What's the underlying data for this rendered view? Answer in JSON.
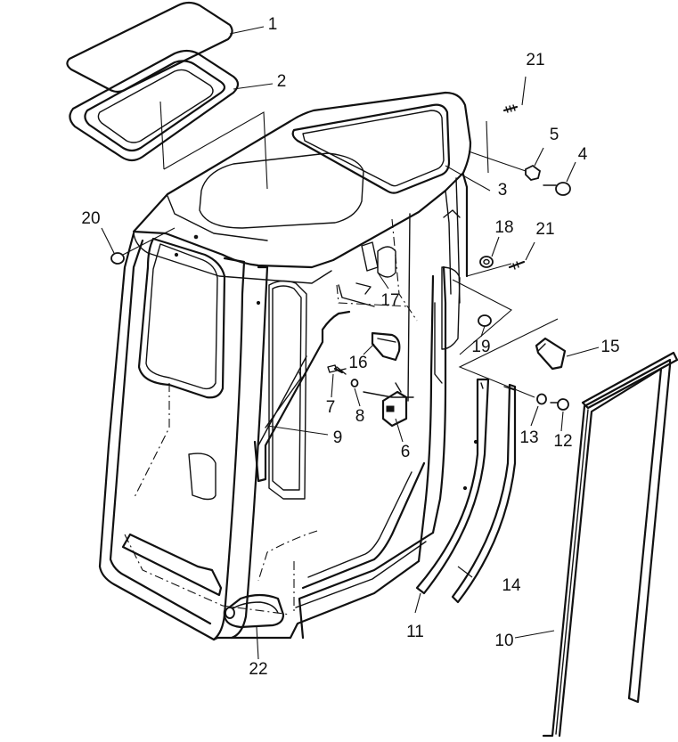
{
  "callouts": [
    {
      "id": "1",
      "label": "1"
    },
    {
      "id": "2",
      "label": "2"
    },
    {
      "id": "3",
      "label": "3"
    },
    {
      "id": "4",
      "label": "4"
    },
    {
      "id": "5",
      "label": "5"
    },
    {
      "id": "6",
      "label": "6"
    },
    {
      "id": "7",
      "label": "7"
    },
    {
      "id": "8",
      "label": "8"
    },
    {
      "id": "9",
      "label": "9"
    },
    {
      "id": "10",
      "label": "10"
    },
    {
      "id": "11",
      "label": "11"
    },
    {
      "id": "12",
      "label": "12"
    },
    {
      "id": "13",
      "label": "13"
    },
    {
      "id": "14",
      "label": "14"
    },
    {
      "id": "15",
      "label": "15"
    },
    {
      "id": "16",
      "label": "16"
    },
    {
      "id": "17",
      "label": "17"
    },
    {
      "id": "18",
      "label": "18"
    },
    {
      "id": "19",
      "label": "19"
    },
    {
      "id": "20",
      "label": "20"
    },
    {
      "id": "21a",
      "label": "21"
    },
    {
      "id": "21b",
      "label": "21"
    },
    {
      "id": "22",
      "label": "22"
    }
  ]
}
